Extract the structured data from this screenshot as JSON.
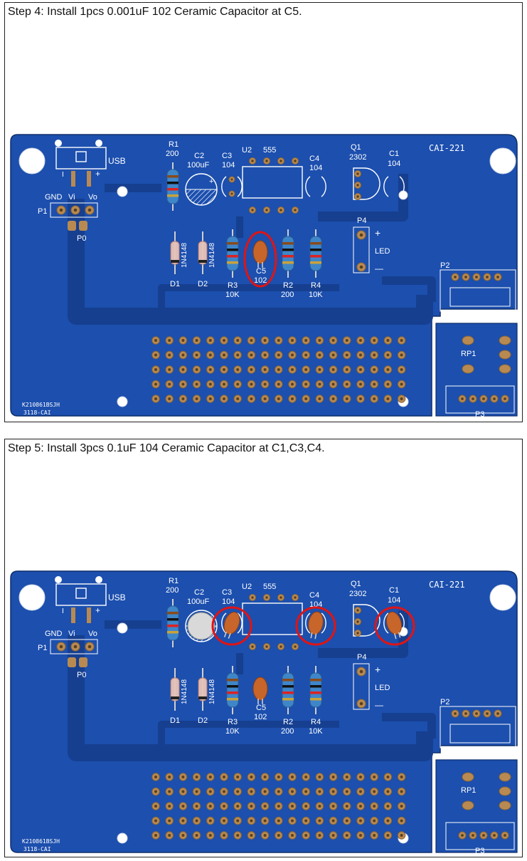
{
  "steps": [
    {
      "title": "Step 4: Install 1pcs 0.001uF 102 Ceramic Capacitor at C5.",
      "highlights": [
        "C5"
      ]
    },
    {
      "title": "Step 5: Install 3pcs 0.1uF 104 Ceramic Capacitor at C1,C3,C4.",
      "highlights": [
        "C3",
        "C4",
        "C1"
      ]
    }
  ],
  "board": {
    "name": "CAI-221",
    "serial_line1": "K210861BSJH",
    "serial_line2": "3118-CAI",
    "usb": {
      "label": "USB",
      "pin1": "I",
      "pin2": "+"
    },
    "p1": {
      "label": "P1",
      "gnd": "GND",
      "vi": "Vi",
      "vo": "Vo"
    },
    "p0": "P0",
    "r1": {
      "ref": "R1",
      "value": "200"
    },
    "c2": {
      "ref": "C2",
      "value": "100uF"
    },
    "c3": {
      "ref": "C3",
      "value": "104"
    },
    "u2": {
      "ref": "U2",
      "value": "555"
    },
    "c4": {
      "ref": "C4",
      "value": "104"
    },
    "q1": {
      "ref": "Q1",
      "value": "2302"
    },
    "c1": {
      "ref": "C1",
      "value": "104"
    },
    "p4": {
      "ref": "P4",
      "plus": "+",
      "led": "LED",
      "minus": "—"
    },
    "d1": {
      "ref": "D1",
      "value": "1N4148"
    },
    "d2": {
      "ref": "D2",
      "value": "1N4148"
    },
    "r3": {
      "ref": "R3",
      "value": "10K"
    },
    "c5": {
      "ref": "C5",
      "value": "102"
    },
    "r2": {
      "ref": "R2",
      "value": "200"
    },
    "r4": {
      "ref": "R4",
      "value": "10K"
    },
    "p2": "P2",
    "rp1": "RP1",
    "p3": "P3"
  },
  "colors": {
    "pcb": "#1c4fae",
    "pcb_dark": "#163f90",
    "silk": "#ffffff",
    "pad": "#b88a52",
    "highlight": "#e01414",
    "ceramic": "#c8652a",
    "resistor": "#3f86c9"
  }
}
